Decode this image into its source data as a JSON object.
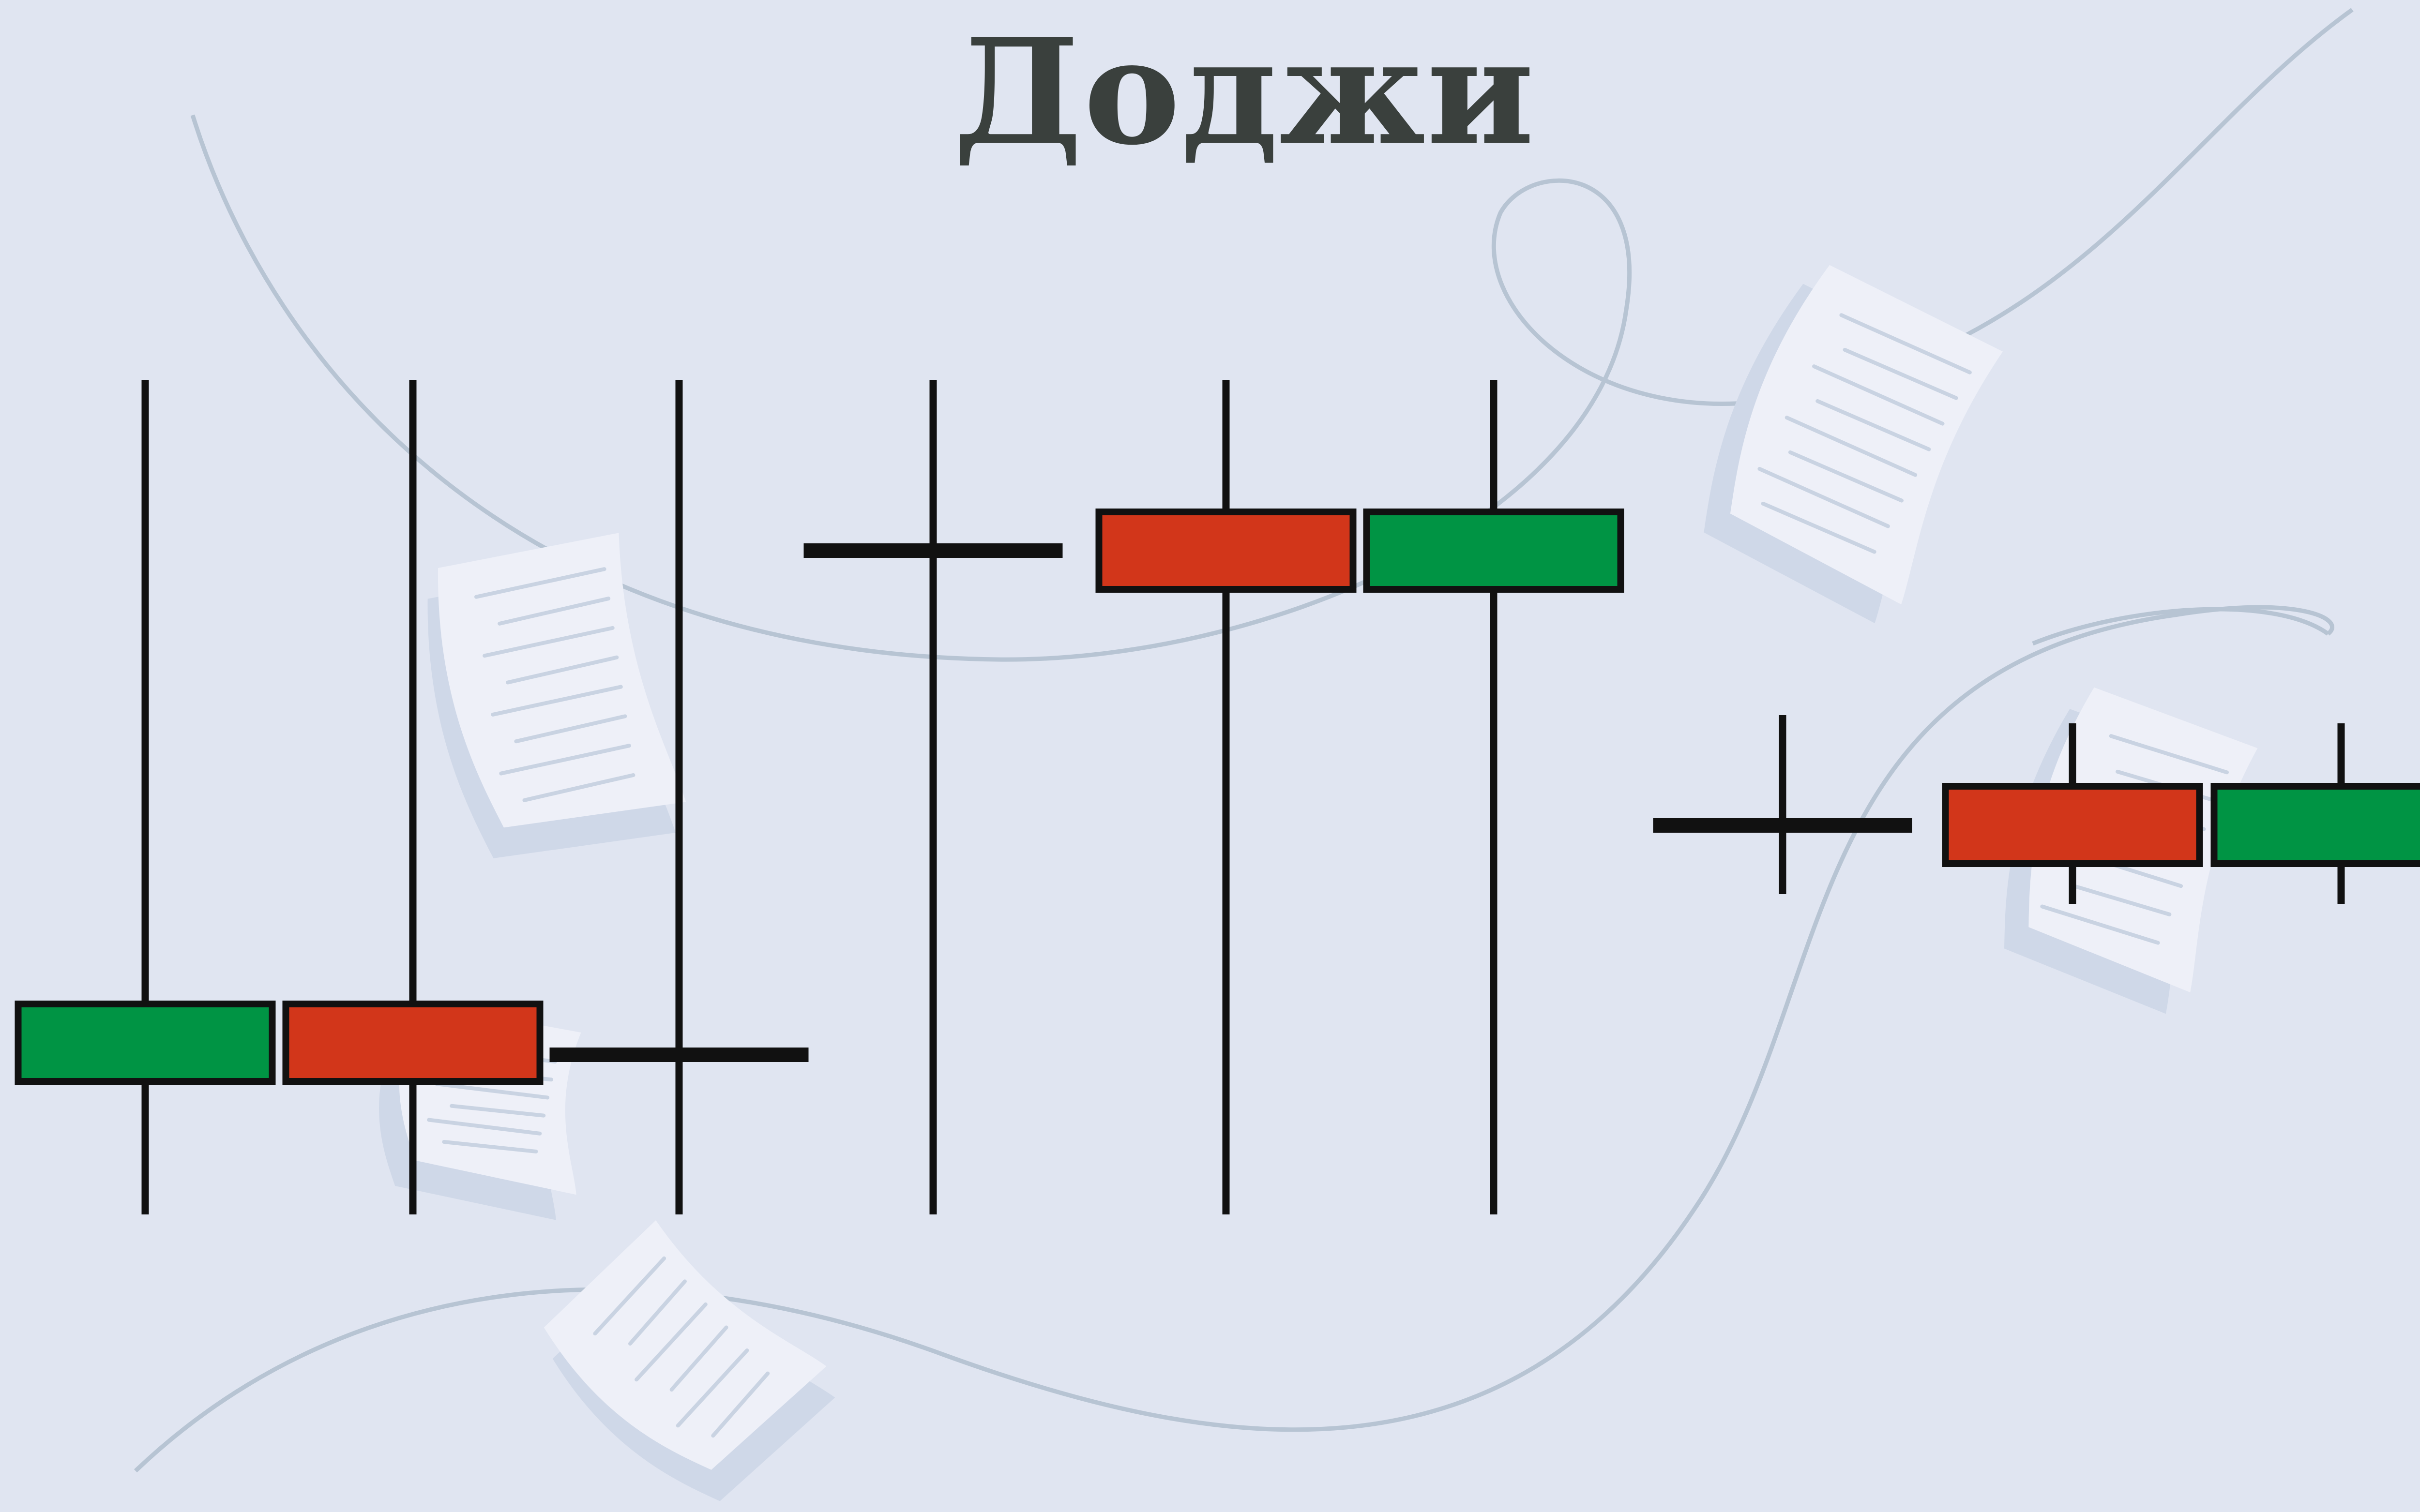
{
  "title": "Доджи",
  "colors": {
    "background": "#e0e5f1",
    "title": "#3a403d",
    "bullish": "#009444",
    "bearish": "#d2361a",
    "outline": "#111111",
    "decor_line": "#b7c4d3",
    "paper": "#eef0f8",
    "paper_shadow": "#cfd8e8",
    "paper_text": "#c9d3e2"
  },
  "candles": [
    {
      "type": "bullish"
    },
    {
      "type": "bearish"
    },
    {
      "type": "doji"
    },
    {
      "type": "doji"
    },
    {
      "type": "bearish"
    },
    {
      "type": "bullish"
    },
    {
      "type": "doji"
    },
    {
      "type": "bearish"
    },
    {
      "type": "bullish"
    }
  ],
  "decor": {
    "paper_sheets": 5,
    "curves": 3
  }
}
